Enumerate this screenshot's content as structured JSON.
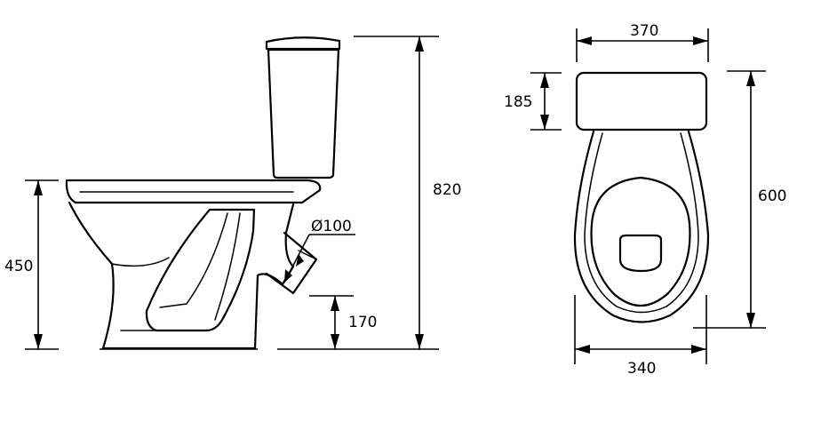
{
  "dimensions": {
    "seat_height": "450",
    "total_height": "820",
    "outlet_height": "170",
    "outlet_diameter": "Ø100",
    "tank_width": "370",
    "tank_depth": "185",
    "total_length": "600",
    "bowl_width": "340"
  },
  "colors": {
    "line": "#000000",
    "background": "#ffffff"
  }
}
